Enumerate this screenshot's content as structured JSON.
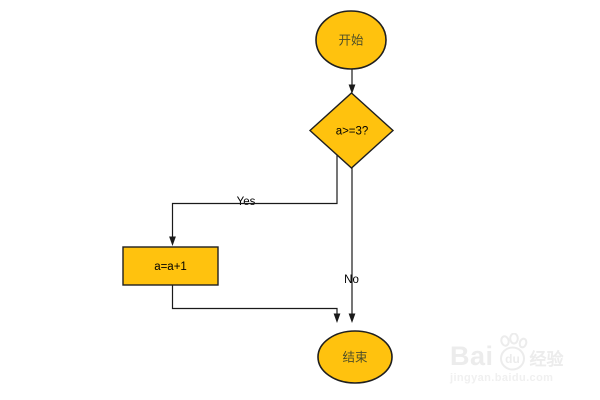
{
  "page": {
    "background_color": "#ffffff"
  },
  "colors": {
    "node_fill": "#FFC20E",
    "node_stroke": "#1f1f1f",
    "edge_stroke": "#1a1a1a",
    "cjk_label_text": "#4f4f28",
    "code_label_text": "#000000",
    "watermark_text": "#ececec"
  },
  "flowchart": {
    "nodes": [
      {
        "id": "start",
        "type": "terminator",
        "label": "开始"
      },
      {
        "id": "decision",
        "type": "decision",
        "label": "a>=3?"
      },
      {
        "id": "process",
        "type": "process",
        "label": "a=a+1"
      },
      {
        "id": "end",
        "type": "terminator",
        "label": "结束"
      }
    ],
    "edges": [
      {
        "from": "start",
        "to": "decision",
        "label": ""
      },
      {
        "from": "decision",
        "to": "process",
        "label": "Yes"
      },
      {
        "from": "decision",
        "to": "end",
        "label": "No"
      },
      {
        "from": "process",
        "to": "end",
        "label": ""
      }
    ]
  },
  "watermark": {
    "brand_prefix": "Bai",
    "paw_text": "du",
    "brand_suffix_cjk": "经验",
    "site_url": "jingyan.baidu.com"
  }
}
